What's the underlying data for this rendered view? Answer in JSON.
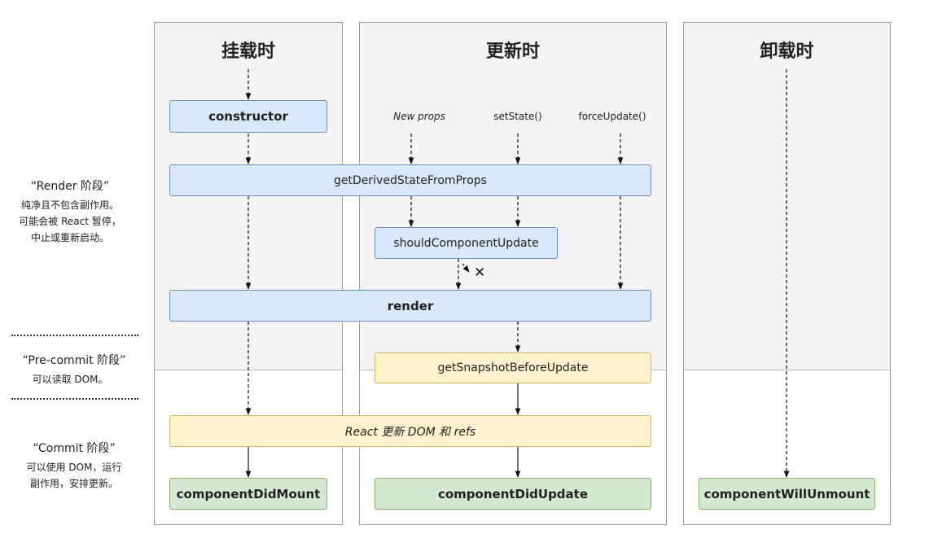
{
  "columns": {
    "mount": {
      "title": "挂载时"
    },
    "update": {
      "title": "更新时"
    },
    "unmount": {
      "title": "卸载时"
    }
  },
  "phases": {
    "render": {
      "title": "“Render 阶段”",
      "lines": [
        "纯净且不包含副作用。",
        "可能会被 React 暂停，",
        "中止或重新启动。"
      ]
    },
    "precommit": {
      "title": "“Pre-commit 阶段”",
      "lines": [
        "可以读取 DOM。"
      ]
    },
    "commit": {
      "title": "“Commit 阶段”",
      "lines": [
        "可以使用 DOM，运行",
        "副作用，安排更新。"
      ]
    }
  },
  "triggers": {
    "new_props": "New props",
    "set_state": "setState()",
    "force_update": "forceUpdate()"
  },
  "methods": {
    "constructor": "constructor",
    "get_derived_state": "getDerivedStateFromProps",
    "should_update": "shouldComponentUpdate",
    "render": "render",
    "get_snapshot": "getSnapshotBeforeUpdate",
    "react_updates_dom": "React 更新 DOM 和 refs",
    "did_mount": "componentDidMount",
    "did_update": "componentDidUpdate",
    "will_unmount": "componentWillUnmount"
  },
  "cancel_mark": "✕"
}
